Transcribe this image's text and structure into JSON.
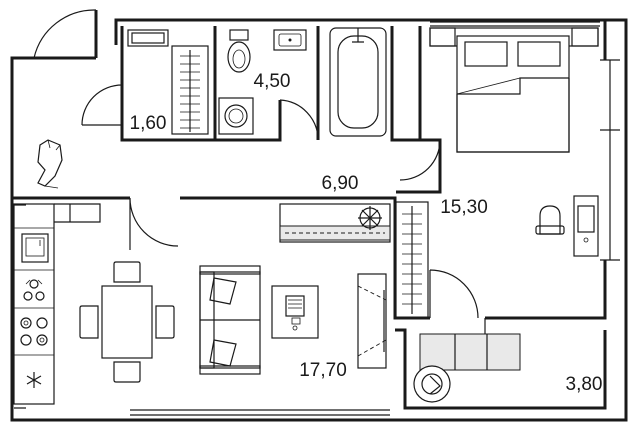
{
  "rooms": [
    {
      "id": "wc",
      "area": "1,60"
    },
    {
      "id": "bathroom",
      "area": "4,50"
    },
    {
      "id": "hallway",
      "area": "6,90"
    },
    {
      "id": "bedroom",
      "area": "15,30"
    },
    {
      "id": "living",
      "area": "17,70"
    },
    {
      "id": "balcony",
      "area": "3,80"
    }
  ],
  "colors": {
    "wall": "#1a1a1a",
    "background": "#ffffff",
    "furniture_fill": "#e9e9e9"
  }
}
